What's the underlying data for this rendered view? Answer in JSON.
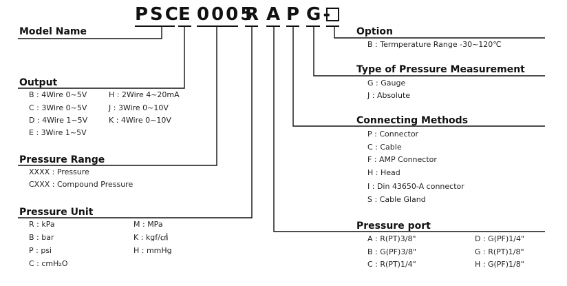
{
  "code": {
    "psc": "PSC",
    "e": "E",
    "num": "0005",
    "r": "R",
    "a": "A",
    "p": "P",
    "g_dash": "G-"
  },
  "model_name": {
    "title": "Model Name"
  },
  "output": {
    "title": "Output",
    "items": [
      "B : 4Wire 0~5V",
      "H : 2Wire 4~20mA",
      "C : 3Wire 0~5V",
      "J : 3Wire 0~10V",
      "D : 4Wire 1~5V",
      "K : 4Wire 0~10V",
      "E : 3Wire 1~5V"
    ]
  },
  "pressure_range": {
    "title": "Pressure Range",
    "items": [
      "XXXX : Pressure",
      "CXXX : Compound Pressure"
    ]
  },
  "pressure_unit": {
    "title": "Pressure Unit",
    "items": [
      "R : kPa",
      "M : MPa",
      "B : bar",
      "K : kgf/㎠",
      "P : psi",
      "H : mmHg",
      "C : cmH₂O"
    ]
  },
  "option": {
    "title": "Option",
    "items": [
      "B : Termperature Range -30~120℃"
    ]
  },
  "type_measurement": {
    "title": "Type of Pressure Measurement",
    "items": [
      "G : Gauge",
      "J : Absolute"
    ]
  },
  "connecting": {
    "title": "Connecting Methods",
    "items": [
      "P : Connector",
      "C : Cable",
      "F : AMP Connector",
      "H : Head",
      "I : Din 43650-A connector",
      "S : Cable Gland"
    ]
  },
  "pressure_port": {
    "title": "Pressure port",
    "items": [
      "A : R(PT)3/8\"",
      "D : G(PF)1/4\"",
      "B : G(PF)3/8\"",
      "G : R(PT)1/8\"",
      "C : R(PT)1/4\"",
      "H : G(PF)1/8\""
    ]
  }
}
